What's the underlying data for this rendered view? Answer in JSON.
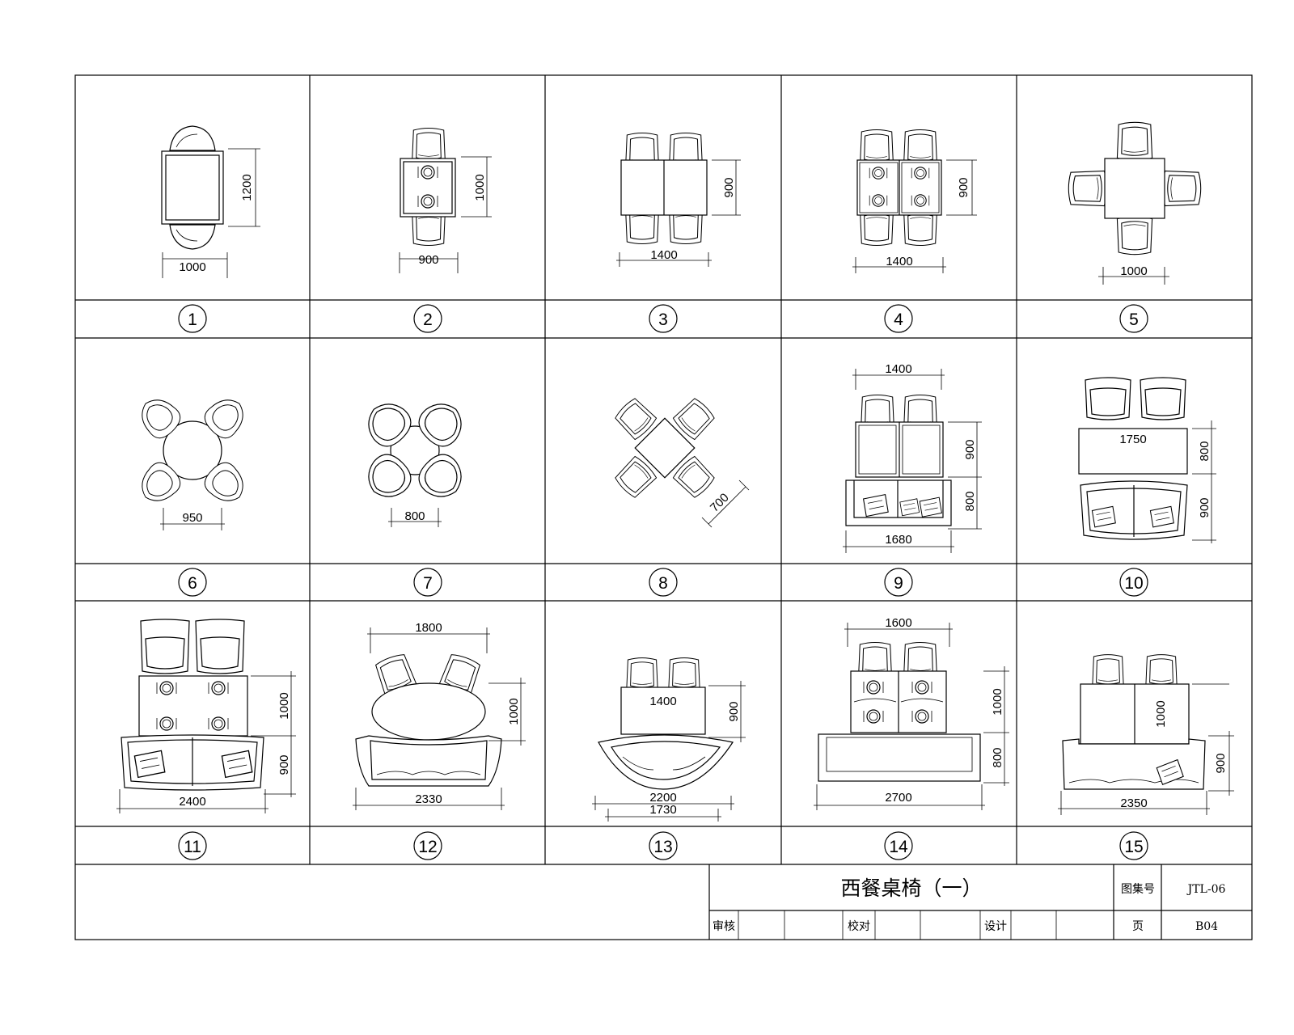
{
  "drawing": {
    "title": "西餐桌椅（一）",
    "title_block": {
      "atlas_label": "图集号",
      "atlas_value": "JTL-06",
      "review_label": "审核",
      "check_label": "校对",
      "design_label": "设计",
      "page_label": "页",
      "page_value": "B04"
    }
  },
  "cells": [
    {
      "id": "1",
      "dims": [
        "1000",
        "1200"
      ]
    },
    {
      "id": "2",
      "dims": [
        "900",
        "1000"
      ]
    },
    {
      "id": "3",
      "dims": [
        "1400",
        "900"
      ]
    },
    {
      "id": "4",
      "dims": [
        "1400",
        "900"
      ]
    },
    {
      "id": "5",
      "dims": [
        "1000"
      ]
    },
    {
      "id": "6",
      "dims": [
        "950"
      ]
    },
    {
      "id": "7",
      "dims": [
        "800"
      ]
    },
    {
      "id": "8",
      "dims": [
        "700"
      ]
    },
    {
      "id": "9",
      "dims": [
        "1400",
        "900",
        "800",
        "1680"
      ]
    },
    {
      "id": "10",
      "dims": [
        "1750",
        "800",
        "900"
      ]
    },
    {
      "id": "11",
      "dims": [
        "1000",
        "900",
        "2400"
      ]
    },
    {
      "id": "12",
      "dims": [
        "1800",
        "1000",
        "2330"
      ]
    },
    {
      "id": "13",
      "dims": [
        "1400",
        "900",
        "2200",
        "1730"
      ]
    },
    {
      "id": "14",
      "dims": [
        "1600",
        "1000",
        "800",
        "2700"
      ]
    },
    {
      "id": "15",
      "dims": [
        "1000",
        "900",
        "2350"
      ]
    }
  ]
}
